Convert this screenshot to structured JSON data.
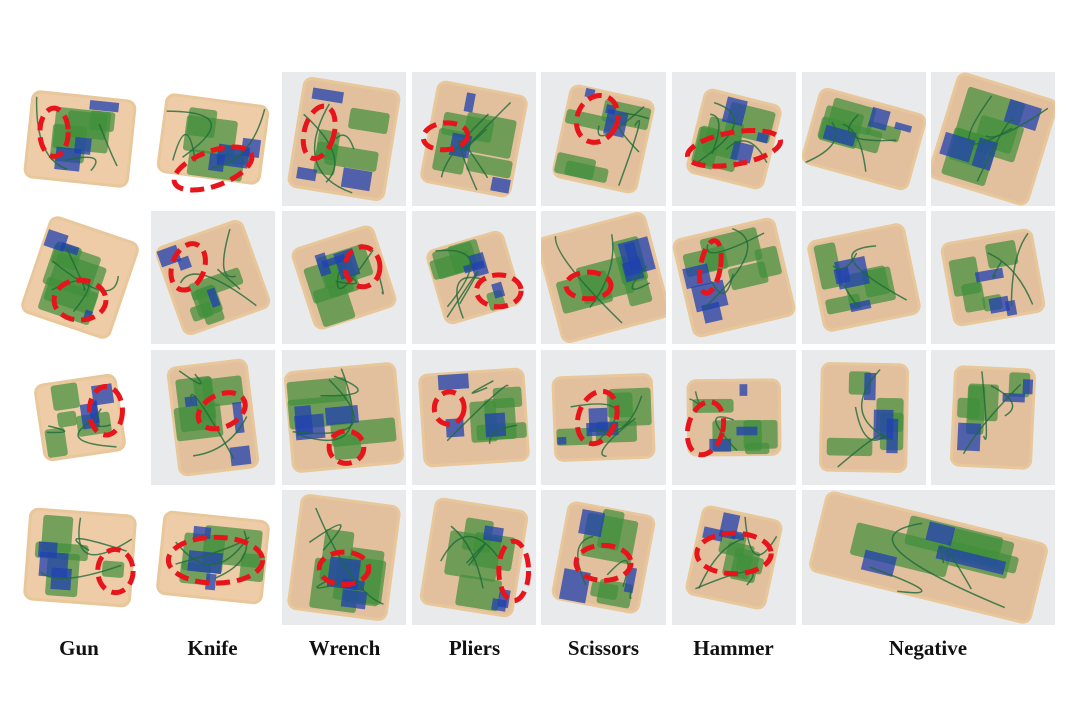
{
  "categories": [
    {
      "key": "gun",
      "label": "Gun"
    },
    {
      "key": "knife",
      "label": "Knife"
    },
    {
      "key": "wrench",
      "label": "Wrench"
    },
    {
      "key": "pliers",
      "label": "Pliers"
    },
    {
      "key": "scissors",
      "label": "Scissors"
    },
    {
      "key": "hammer",
      "label": "Hammer"
    },
    {
      "key": "negative",
      "label": "Negative"
    }
  ],
  "colors": {
    "tile_background": "#e9eaec",
    "organic_orange": "#d98f3e",
    "inorganic_green": "#3f8f3a",
    "metal_blue": "#2040b0",
    "outline_beige": "#e8c79a",
    "highlight_red": "#e8141b",
    "label_text": "#111111"
  },
  "legend_note": ""
}
